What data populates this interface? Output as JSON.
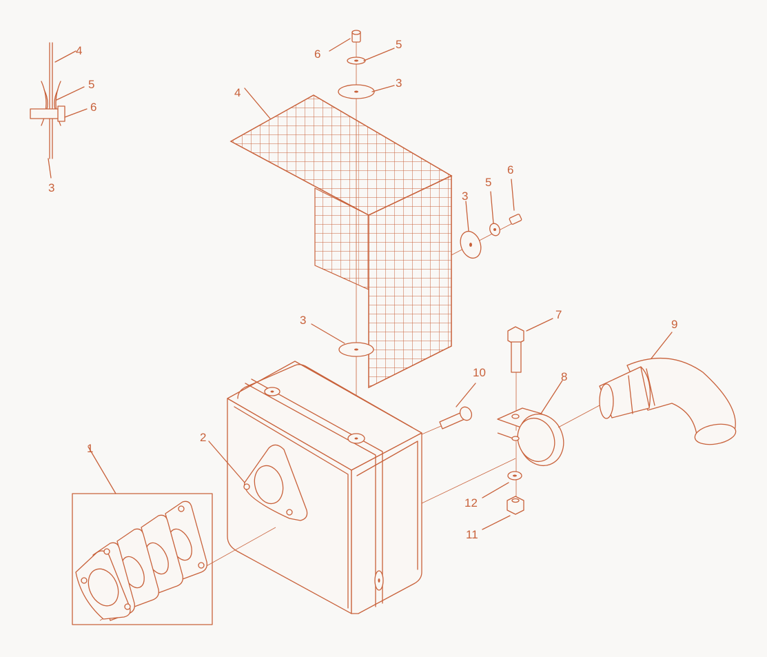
{
  "diagram": {
    "labels": {
      "inset_4": "4",
      "inset_5": "5",
      "inset_6": "6",
      "inset_3": "3",
      "top_6": "6",
      "top_5": "5",
      "top_3": "3",
      "screen_4": "4",
      "side_3": "3",
      "side_5": "5",
      "side_6": "6",
      "mid_3": "3",
      "bolt_7": "7",
      "clamp_8": "8",
      "elbow_9": "9",
      "screw_10": "10",
      "gasket_1": "1",
      "flange_2": "2",
      "washer_12": "12",
      "nut_11": "11"
    },
    "colors": {
      "line": "#c8613a",
      "background": "#f9f8f6"
    }
  }
}
